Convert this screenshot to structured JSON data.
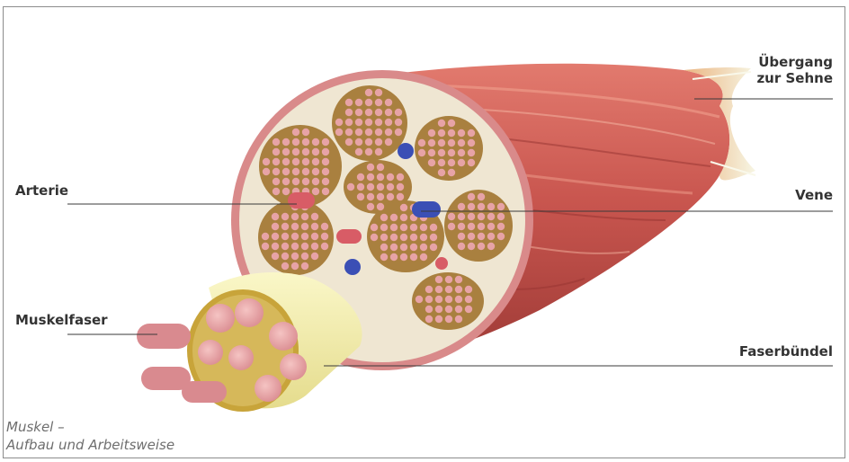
{
  "labels": {
    "arterie": "Arterie",
    "muskelfaser": "Muskelfaser",
    "uebergang_line1": "Übergang",
    "uebergang_line2": "zur Sehne",
    "vene": "Vene",
    "faserbuendel": "Faserbündel"
  },
  "caption": {
    "line1": "Muskel –",
    "line2": "Aufbau und Arbeitsweise"
  },
  "colors": {
    "muscle_red": "#c9564f",
    "muscle_dark": "#9e3a36",
    "epimysium": "#d98a8a",
    "connective_bg": "#efe6d2",
    "fascicle_fill": "#a9803f",
    "fibre_pink": "#e7a3a6",
    "sheath_yellow": "#f2eeb0",
    "sheath_gold": "#c8a43a",
    "artery": "#d85c66",
    "vein": "#3b4fb5",
    "tendon": "#f4f2d9",
    "leader_line": "#3a3a3a"
  }
}
